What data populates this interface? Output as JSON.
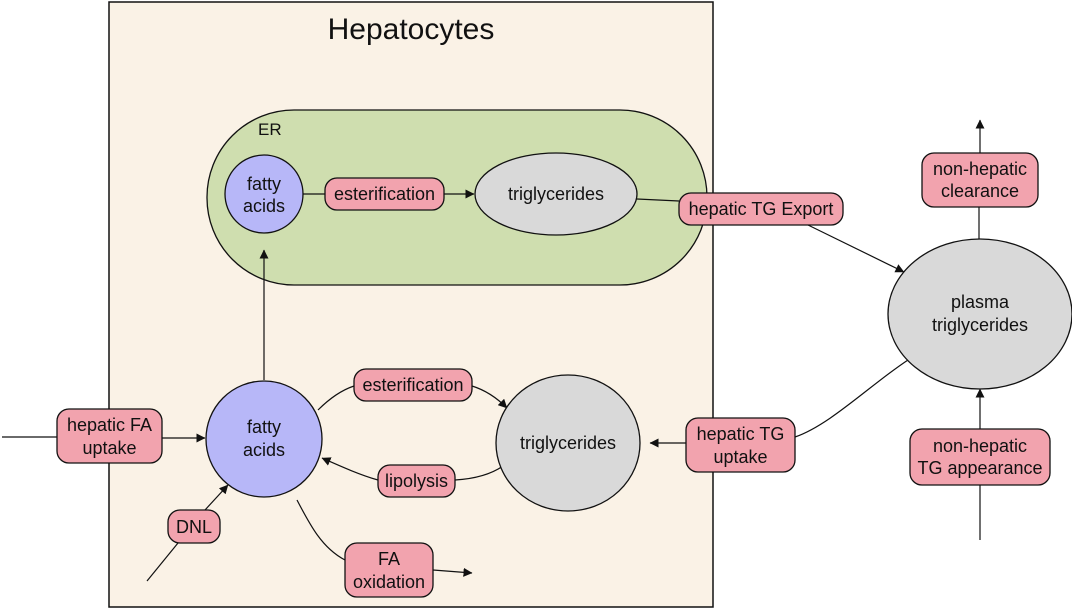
{
  "title": "Hepatocytes",
  "er_label": "ER",
  "nodes": {
    "fa_er": [
      "fatty",
      "acids"
    ],
    "tg_er": [
      "triglycerides"
    ],
    "fa_cyto": [
      "fatty",
      "acids"
    ],
    "tg_cyto": [
      "triglycerides"
    ],
    "tg_plasma": [
      "plasma",
      "triglycerides"
    ]
  },
  "processes": {
    "esterification_er": [
      "esterification"
    ],
    "esterification_cyto": [
      "esterification"
    ],
    "lipolysis": [
      "lipolysis"
    ],
    "hepatic_tg_export": [
      "hepatic TG Export"
    ],
    "hepatic_fa_uptake": [
      "hepatic FA",
      "uptake"
    ],
    "dnl": [
      "DNL"
    ],
    "fa_oxidation": [
      "FA",
      "oxidation"
    ],
    "hepatic_tg_uptake": [
      "hepatic TG",
      "uptake"
    ],
    "non_hepatic_clearance": [
      "non-hepatic",
      "clearance"
    ],
    "non_hepatic_tg_appearance": [
      "non-hepatic",
      "TG appearance"
    ]
  },
  "colors": {
    "hepatocyte_fill": "#faf2e6",
    "er_fill": "#cfdeaf",
    "fatty_acid_fill": "#b7b7f8",
    "triglyceride_fill": "#d9d9d9",
    "process_fill": "#f2a3ae",
    "stroke": "#111111"
  }
}
